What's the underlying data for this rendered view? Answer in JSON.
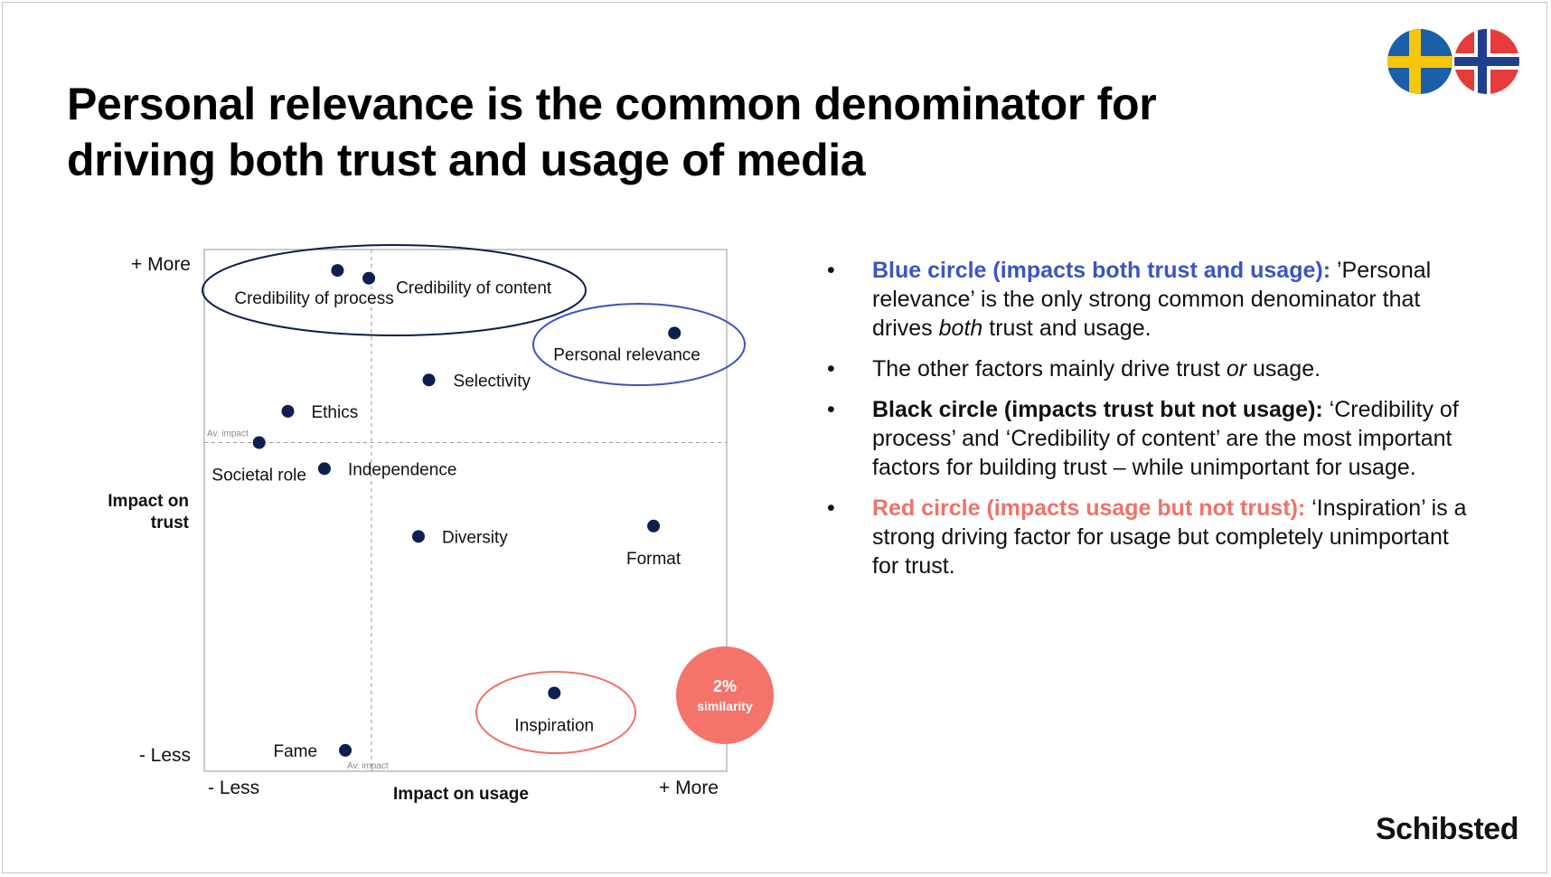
{
  "slide": {
    "title": "Personal relevance is the common denominator for driving both trust and usage of media",
    "logo": "Schibsted",
    "flags": [
      "sweden-flag",
      "norway-flag"
    ],
    "colors": {
      "dot": "#0d1f4f",
      "black_circle": "#0d1f4f",
      "blue_circle": "#3a55c4",
      "red_circle": "#f07268",
      "badge": "#f4736b"
    }
  },
  "chart_data": {
    "type": "scatter",
    "ylabel": "Impact on trust",
    "xlabel": "Impact on usage",
    "y_top_label": "+ More",
    "y_bottom_label": "- Less",
    "x_left_label": "- Less",
    "x_right_label": "+ More",
    "xlim": [
      0,
      100
    ],
    "ylim": [
      0,
      100
    ],
    "avg_line_label": "Av. impact",
    "avg_x": 32,
    "avg_y": 63,
    "grid": false,
    "points": [
      {
        "label": "Credibility of process",
        "x": 25.5,
        "y": 96
      },
      {
        "label": "Credibility of content",
        "x": 31.5,
        "y": 94.5
      },
      {
        "label": "Personal relevance",
        "x": 90,
        "y": 84
      },
      {
        "label": "Selectivity",
        "x": 43,
        "y": 75
      },
      {
        "label": "Ethics",
        "x": 16,
        "y": 69
      },
      {
        "label": "Societal role",
        "x": 10.5,
        "y": 63
      },
      {
        "label": "Independence",
        "x": 23,
        "y": 58
      },
      {
        "label": "Diversity",
        "x": 41,
        "y": 45
      },
      {
        "label": "Format",
        "x": 86,
        "y": 47
      },
      {
        "label": "Inspiration",
        "x": 67,
        "y": 15
      },
      {
        "label": "Fame",
        "x": 27,
        "y": 4
      }
    ],
    "groups": [
      {
        "name": "black-circle",
        "members": [
          "Credibility of process",
          "Credibility of content"
        ]
      },
      {
        "name": "blue-circle",
        "members": [
          "Personal relevance"
        ]
      },
      {
        "name": "red-circle",
        "members": [
          "Inspiration"
        ]
      }
    ],
    "badge": {
      "value": "2%",
      "label": "similarity"
    }
  },
  "bullets": [
    {
      "head": "Blue circle (impacts both trust and usage):",
      "style": "blue",
      "parts": [
        {
          "t": " ’Personal relevance’ is the only strong common denominator that drives "
        },
        {
          "t": "both",
          "i": true
        },
        {
          "t": " trust and usage."
        }
      ]
    },
    {
      "head": "",
      "style": "plain",
      "parts": [
        {
          "t": "The other factors mainly drive trust "
        },
        {
          "t": "or",
          "i": true
        },
        {
          "t": " usage."
        }
      ]
    },
    {
      "head": "Black circle (impacts trust but not usage):",
      "style": "black",
      "parts": [
        {
          "t": " ‘Credibility of process’ and ‘Credibility of content’ are the most important factors for building trust – while unimportant for usage."
        }
      ]
    },
    {
      "head": "Red circle (impacts usage but not trust):",
      "style": "red",
      "parts": [
        {
          "t": " ‘Inspiration’ is a strong driving factor for usage but completely unimportant for trust."
        }
      ]
    }
  ]
}
